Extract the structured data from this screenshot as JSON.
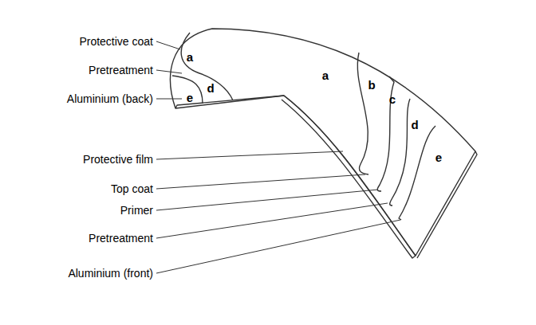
{
  "diagram": {
    "labels": [
      "Protective coat",
      "Pretreatment",
      "Aluminium (back)",
      "a",
      "d",
      "e",
      "a",
      "b",
      "c",
      "d",
      "e",
      "Protective film",
      "Top coat",
      "Primer",
      "Pretreatment",
      "Aluminium (front)"
    ]
  }
}
